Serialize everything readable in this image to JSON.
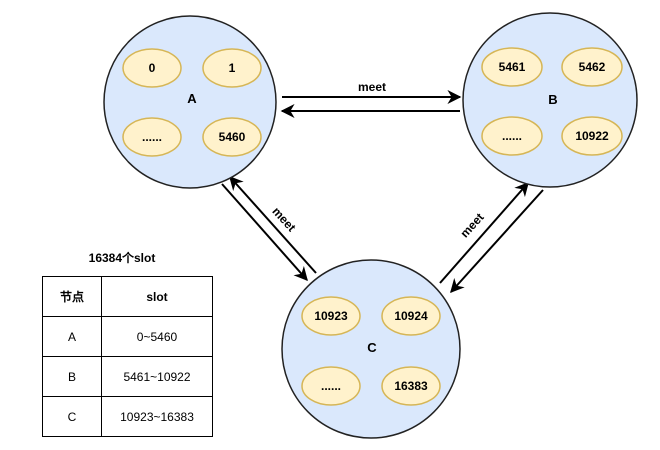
{
  "nodes": [
    {
      "id": "A",
      "label": "A",
      "slots": [
        "0",
        "1",
        "......",
        "5460"
      ]
    },
    {
      "id": "B",
      "label": "B",
      "slots": [
        "5461",
        "5462",
        "......",
        "10922"
      ]
    },
    {
      "id": "C",
      "label": "C",
      "slots": [
        "10923",
        "10924",
        "......",
        "16383"
      ]
    }
  ],
  "edges": [
    {
      "from": "A",
      "to": "B",
      "label": "meet"
    },
    {
      "from": "A",
      "to": "C",
      "label": "meet"
    },
    {
      "from": "C",
      "to": "B",
      "label": "meet"
    }
  ],
  "table": {
    "title": "16384个slot",
    "headers": [
      "节点",
      "slot"
    ],
    "rows": [
      [
        "A",
        "0~5460"
      ],
      [
        "B",
        "5461~10922"
      ],
      [
        "C",
        "10923~16383"
      ]
    ]
  },
  "colors": {
    "node_fill": "#dae8fc",
    "node_stroke": "#222222",
    "slot_fill": "#fff2cc",
    "slot_stroke": "#d6b656",
    "line": "#000000"
  }
}
